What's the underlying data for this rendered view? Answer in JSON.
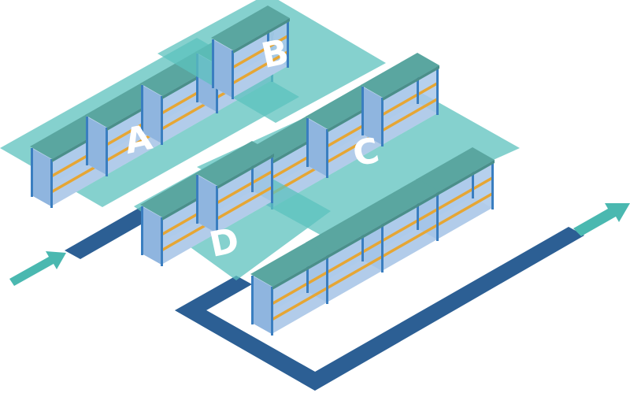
{
  "zones": [
    {
      "id": "A",
      "label": "A"
    },
    {
      "id": "B",
      "label": "B"
    },
    {
      "id": "C",
      "label": "C"
    },
    {
      "id": "D",
      "label": "D"
    }
  ],
  "arrows": {
    "entry_icon": "arrow-right-up-icon",
    "exit_icon": "arrow-right-up-icon"
  },
  "colors": {
    "zone_fill": "#5cc1bd",
    "path": "#2c5f94",
    "arrow": "#4ab8b0",
    "rack_frame": "#3a7ec0",
    "rack_roof": "#5aa6a0",
    "rack_panel": "#a9c8ea",
    "pallet": "#e6a634"
  }
}
